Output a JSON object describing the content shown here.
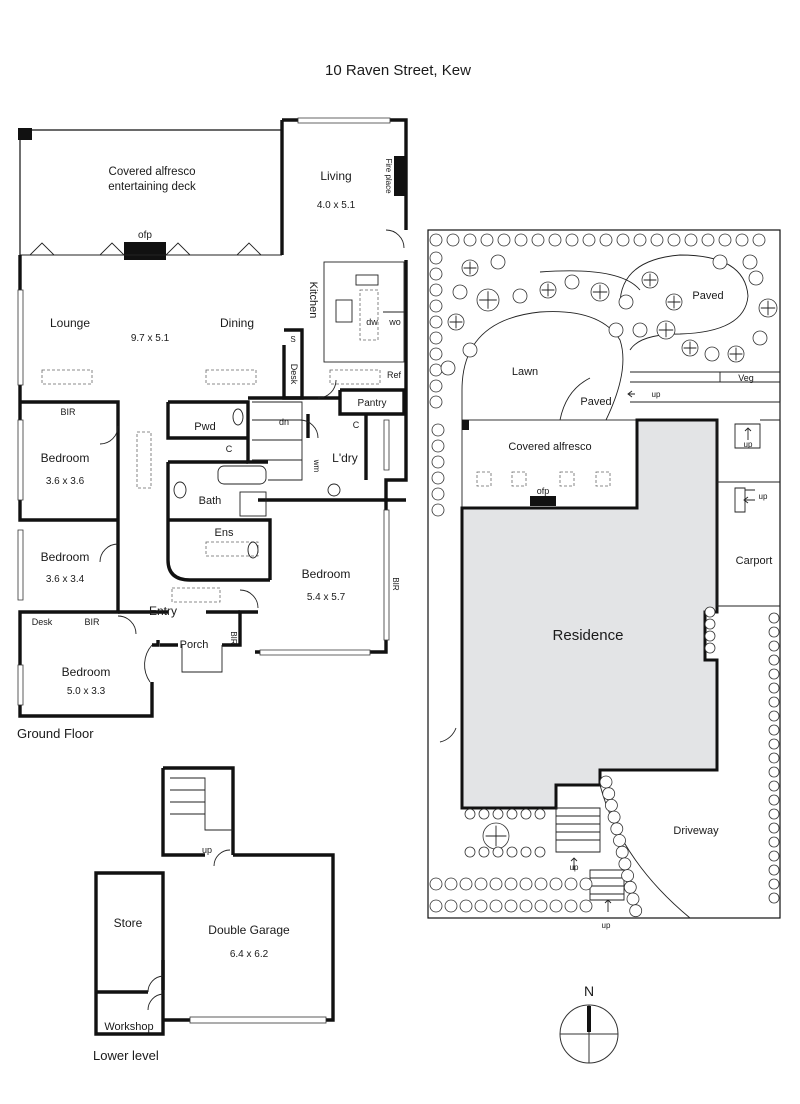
{
  "title": "10 Raven Street, Kew",
  "sections": {
    "ground_floor": "Ground Floor",
    "lower_level": "Lower level"
  },
  "ground_floor_rooms": {
    "alfresco_line1": "Covered alfresco",
    "alfresco_line2": "entertaining deck",
    "ofp": "ofp",
    "living": "Living",
    "living_dim": "4.0 x 5.1",
    "fireplace": "Fire place",
    "kitchen": "Kitchen",
    "dw": "dw",
    "wo": "wo",
    "lounge": "Lounge",
    "lounge_dining_dim": "9.7 x 5.1",
    "dining": "Dining",
    "s": "S",
    "desk": "Desk",
    "ref": "Ref",
    "pantry": "Pantry",
    "bir": "BIR",
    "bed1": "Bedroom",
    "bed1_dim": "3.6 x 3.6",
    "pwd": "Pwd",
    "dn": "dn",
    "c1": "C",
    "c2": "C",
    "wm": "wm",
    "ldry": "L'dry",
    "bath": "Bath",
    "ens": "Ens",
    "bed2": "Bedroom",
    "bed2_dim": "3.6 x 3.4",
    "master": "Bedroom",
    "master_dim": "5.4 x 5.7",
    "bir_master": "BIR",
    "entry": "Entry",
    "desk2": "Desk",
    "bir2": "BIR",
    "porch": "Porch",
    "bir_porch": "BIR",
    "bed3": "Bedroom",
    "bed3_dim": "5.0 x 3.3"
  },
  "lower_level_rooms": {
    "up": "up",
    "store": "Store",
    "garage": "Double Garage",
    "garage_dim": "6.4 x 6.2",
    "workshop": "Workshop"
  },
  "site_plan": {
    "paved1": "Paved",
    "lawn": "Lawn",
    "paved2": "Paved",
    "up1": "up",
    "veg": "Veg",
    "covered_alfresco": "Covered alfresco",
    "up2": "up",
    "ofp": "ofp",
    "up3": "up",
    "carport": "Carport",
    "residence": "Residence",
    "driveway": "Driveway",
    "up4": "up",
    "up5": "up"
  },
  "compass": {
    "north": "N"
  },
  "colors": {
    "residence_fill": "#e3e4e6",
    "wall": "#111111"
  }
}
